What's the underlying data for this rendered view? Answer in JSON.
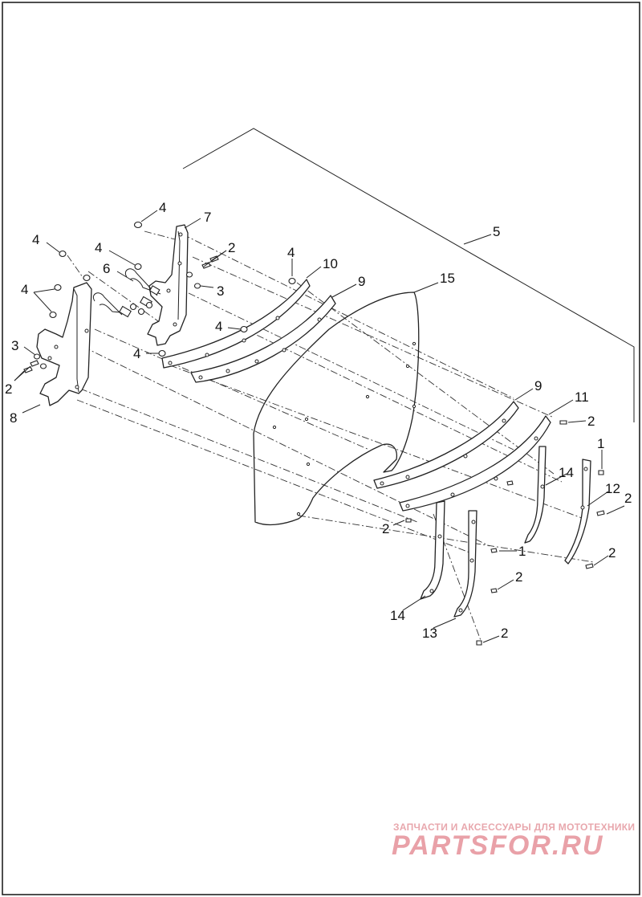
{
  "callouts": {
    "c1a": "1",
    "c1b": "1",
    "c2a": "2",
    "c2b": "2",
    "c2c": "2",
    "c2d": "2",
    "c2e": "2",
    "c2f": "2",
    "c2g": "2",
    "c2h": "2",
    "c3a": "3",
    "c3b": "3",
    "c4a": "4",
    "c4b": "4",
    "c4c": "4",
    "c4d": "4",
    "c4e": "4",
    "c4f": "4",
    "c4g": "4",
    "c5": "5",
    "c6": "6",
    "c7": "7",
    "c8": "8",
    "c9a": "9",
    "c9b": "9",
    "c10": "10",
    "c11": "11",
    "c12": "12",
    "c13": "13",
    "c14a": "14",
    "c14b": "14",
    "c15": "15"
  },
  "watermark": {
    "tagline": "ЗАПЧАСТИ И АКСЕССУАРЫ ДЛЯ МОТОТЕХНИКИ",
    "brand": "PARTSFOR.RU",
    "color": "#e9a1a8"
  }
}
